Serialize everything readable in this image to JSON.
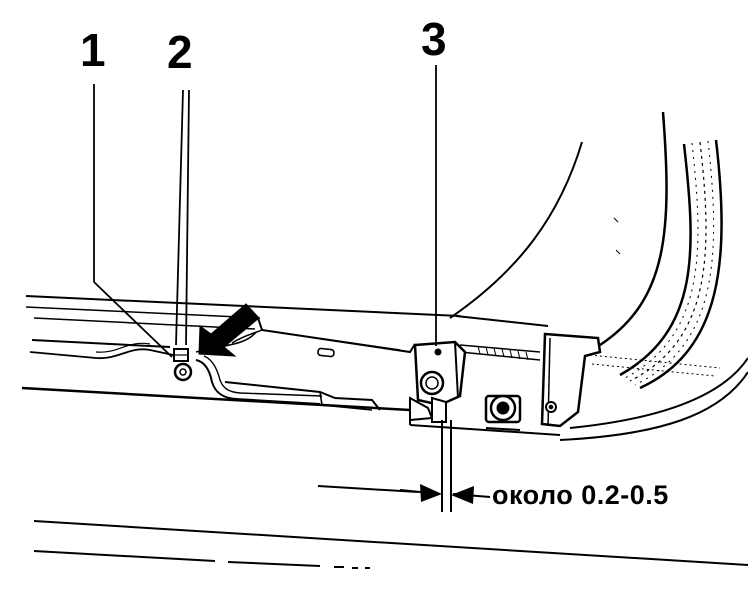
{
  "callouts": {
    "one": "1",
    "two": "2",
    "three": "3"
  },
  "dimension_note": "около 0.2-0.5",
  "colors": {
    "ink": "#000000",
    "paper": "#ffffff",
    "shade": "#bdbdbd"
  },
  "icons": {
    "direction_arrow": "arrow-pointing-down-left"
  }
}
